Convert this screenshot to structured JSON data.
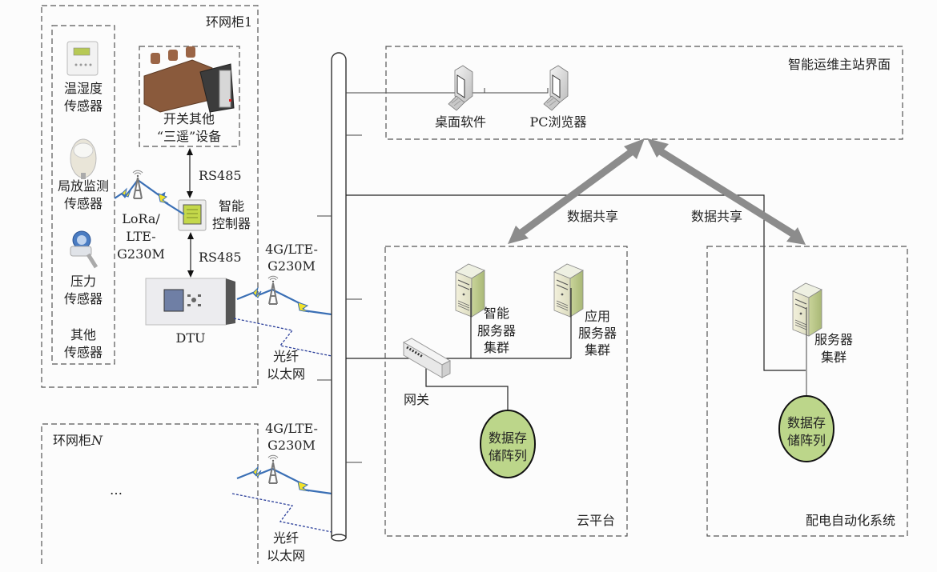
{
  "diagram": {
    "ring_unit_1": {
      "title": "环网柜1",
      "sensors": [
        {
          "line1": "温湿度",
          "line2": "传感器",
          "icon": "temp-humidity-sensor-icon"
        },
        {
          "line1": "局放监测",
          "line2": "传感器",
          "icon": "partial-discharge-sensor-icon"
        },
        {
          "line1": "压力",
          "line2": "传感器",
          "icon": "pressure-sensor-icon"
        },
        {
          "line1": "其他",
          "line2": "传感器",
          "icon": ""
        }
      ],
      "switch_device": {
        "line1": "开关其他",
        "line2": "“三遥”设备"
      },
      "link_switch_controller": "RS485",
      "controller": {
        "line1": "智能",
        "line2": "控制器"
      },
      "link_controller_dtu": "RS485",
      "wireless_sensor_link": {
        "line1": "LoRa/",
        "line2": "LTE-",
        "line3": "G230M"
      },
      "dtu": "DTU",
      "wireless_uplink": {
        "line1": "4G/LTE-",
        "line2": "G230M"
      },
      "fiber_uplink": {
        "line1": "光纤",
        "line2": "以太网"
      }
    },
    "ring_unit_n": {
      "title_prefix": "环网柜",
      "title_suffix": "N",
      "ellipsis": "…",
      "wireless_uplink": {
        "line1": "4G/LTE-",
        "line2": "G230M"
      },
      "fiber_uplink": {
        "line1": "光纤",
        "line2": "以太网"
      }
    },
    "master_station": {
      "title": "智能运维主站界面",
      "clients": [
        {
          "label": "桌面软件",
          "icon": "desktop-computer-icon"
        },
        {
          "label": "PC浏览器",
          "icon": "desktop-computer-icon"
        }
      ]
    },
    "data_sharing": [
      "数据共享",
      "数据共享"
    ],
    "cloud_platform": {
      "title": "云平台",
      "gateway": "网关",
      "smart_server": {
        "line1": "智能",
        "line2": "服务器",
        "line3": "集群"
      },
      "app_server": {
        "line1": "应用",
        "line2": "服务器",
        "line3": "集群"
      },
      "storage": {
        "line1": "数据存",
        "line2": "储阵列"
      }
    },
    "distribution_automation": {
      "title": "配电自动化系统",
      "server": {
        "line1": "服务器",
        "line2": "集群"
      },
      "storage": {
        "line1": "数据存",
        "line2": "储阵列"
      }
    },
    "colors": {
      "storage_fill": "#bcd68a",
      "radio_link": "#3a6fb5",
      "bolt": "#f2e22a",
      "fiber_link": "#2b3f9a",
      "share_arrow": "#8c8c8c"
    }
  }
}
